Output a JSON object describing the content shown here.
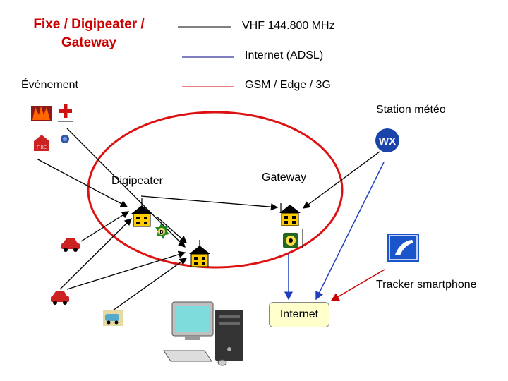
{
  "title_line1": "Fixe / Digipeater /",
  "title_line2": "Gateway",
  "evenement_label": "Événement",
  "legend": [
    {
      "label": "VHF 144.800 MHz",
      "color": "#000000"
    },
    {
      "label": "Internet (ADSL)",
      "color": "#000080"
    },
    {
      "label": "GSM / Edge / 3G",
      "color": "#cc0000"
    }
  ],
  "nodes": {
    "station_meteo": "Station météo",
    "digipeater": "Digipeater",
    "gateway": "Gateway",
    "tracker": "Tracker smartphone",
    "internet": "Internet"
  },
  "icons": {
    "wx": "WX",
    "fire": "FIRE",
    "digi_badge": "D"
  },
  "colors": {
    "title": "#cc0000",
    "ellipse": "#dd1111",
    "vhf": "#000000",
    "internet_link": "#1f3fbf",
    "gsm": "#cc0000",
    "house": "#ffcc00"
  }
}
